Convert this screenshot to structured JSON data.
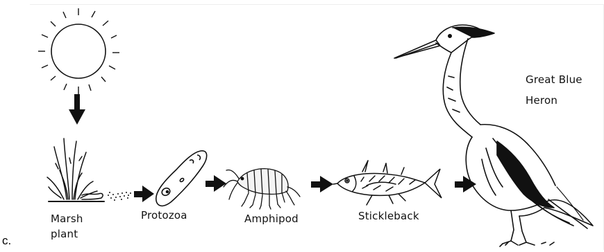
{
  "figure_label": "c.",
  "organisms": [
    {
      "id": "marsh-plant",
      "lines": [
        "Marsh",
        "plant"
      ]
    },
    {
      "id": "protozoa",
      "lines": [
        "Protozoa"
      ]
    },
    {
      "id": "amphipod",
      "lines": [
        "Amphipod"
      ]
    },
    {
      "id": "stickleback",
      "lines": [
        "Stickleback"
      ]
    },
    {
      "id": "great-blue-heron",
      "lines": [
        "Great Blue",
        "Heron"
      ]
    }
  ],
  "colors": {
    "ink": "#111111",
    "background": "#ffffff"
  },
  "icons": [
    "sun-icon",
    "arrow-icon",
    "marsh-plant-icon",
    "protozoa-icon",
    "amphipod-icon",
    "stickleback-icon",
    "heron-icon"
  ]
}
